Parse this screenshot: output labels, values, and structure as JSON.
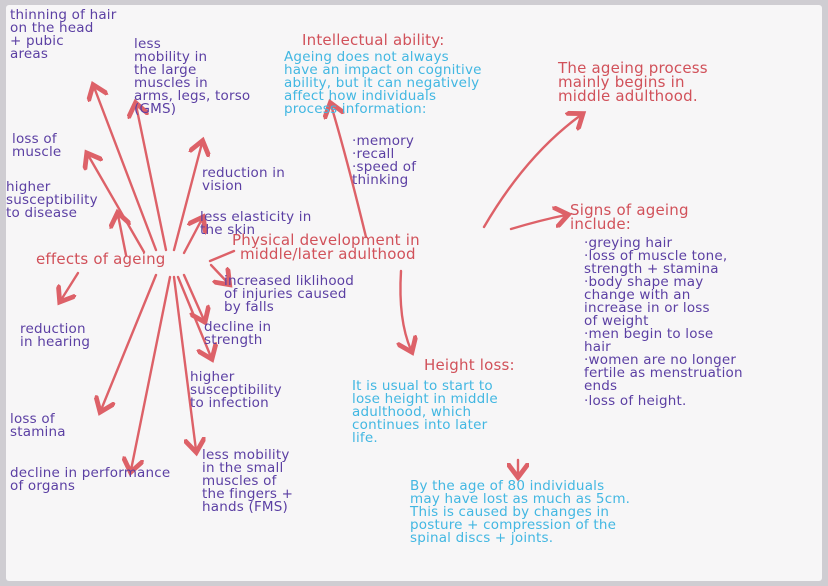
{
  "center_title": {
    "line1": "Physical development in",
    "line2": "middle/later adulthood"
  },
  "effects_title": "effects of ageing",
  "intellectual": {
    "title": "Intellectual ability:",
    "text": "Ageing does not always\nhave an impact on cognitive\nability, but it can negatively\naffect how individuals\nprocess information:",
    "bullets": [
      "·memory",
      "·recall",
      "·speed of\n  thinking"
    ]
  },
  "ageing_process": "The ageing process\nmainly begins in\nmiddle adulthood.",
  "signs": {
    "title": "Signs of ageing\ninclude:",
    "bullets": [
      "·greying hair",
      "·loss of muscle tone,\n strength + stamina",
      "·body shape may\n change with an\n increase in or loss\n of weight",
      "·men begin to lose\n hair",
      "·women are no longer\n fertile as menstruation\n ends",
      "·loss of height."
    ]
  },
  "height_loss": {
    "title": "Height loss:",
    "text": "It is usual to start to\nlose height in middle\nadulthood, which\ncontinues into later\nlife.",
    "text2": "By the age of 80 individuals\nmay have lost as much as 5cm.\nThis is caused by changes in\nposture + compression of the\nspinal discs + joints."
  },
  "effects": [
    {
      "id": "thinning-hair",
      "text": "thinning of hair\non the head\n+ pubic\nareas"
    },
    {
      "id": "less-mobility-large",
      "text": "less\nmobility in\nthe large\nmuscles in\narms, legs, torso\n(GMS)"
    },
    {
      "id": "loss-muscle",
      "text": "loss of\nmuscle"
    },
    {
      "id": "susceptibility-disease",
      "text": "higher\nsusceptibility\nto disease"
    },
    {
      "id": "reduction-vision",
      "text": "reduction in\nvision"
    },
    {
      "id": "less-elasticity",
      "text": "less elasticity in\nthe skin"
    },
    {
      "id": "injuries-falls",
      "text": "increased liklihood\nof injuries caused\nby falls"
    },
    {
      "id": "reduction-hearing",
      "text": "reduction\nin hearing"
    },
    {
      "id": "decline-strength",
      "text": "decline in\nstrength"
    },
    {
      "id": "susceptibility-infection",
      "text": "higher\nsusceptibility\nto infection"
    },
    {
      "id": "loss-stamina",
      "text": "loss of\nstamina"
    },
    {
      "id": "decline-organs",
      "text": "decline in performance\nof organs"
    },
    {
      "id": "less-mobility-small",
      "text": "less mobility\nin the small\nmuscles of\nthe fingers +\nhands (FMS)"
    }
  ],
  "colors": {
    "purple": "#5b3fa3",
    "red": "#d1515a",
    "blue": "#42b7e2",
    "arrow": "#dd6168",
    "paper": "#f7f6f7"
  }
}
